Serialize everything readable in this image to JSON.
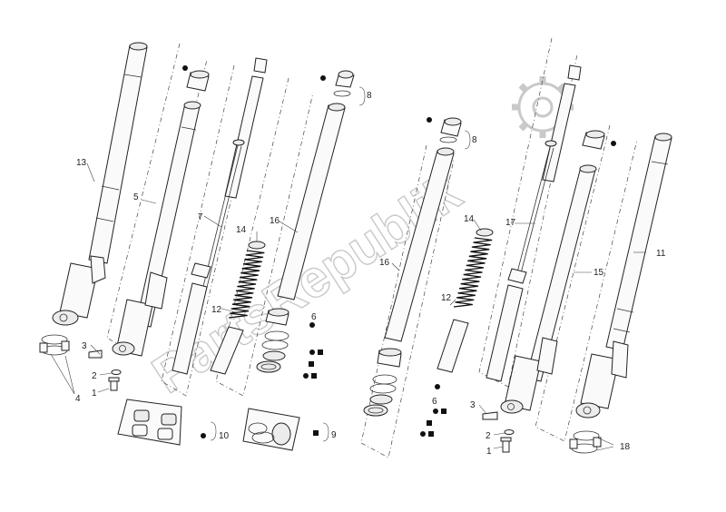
{
  "watermark": {
    "text": "PartsRepublik"
  },
  "callouts": {
    "c1a": "1",
    "c2a": "2",
    "c3a": "3",
    "c4": "4",
    "c5": "5",
    "c6a": "6",
    "c7": "7",
    "c8a": "8",
    "c9": "9",
    "c10": "10",
    "c11": "11",
    "c12a": "12",
    "c13": "13",
    "c14a": "14",
    "c15": "15",
    "c16a": "16",
    "c17": "17",
    "c18": "18",
    "c1b": "1",
    "c2b": "2",
    "c3b": "3",
    "c6b": "6",
    "c8b": "8",
    "c12b": "12",
    "c14b": "14",
    "c16b": "16"
  },
  "colors": {
    "line": "#222222",
    "watermark": "#c9c9c9",
    "paper": "#ffffff"
  },
  "legend_marks": {
    "dot": "circle",
    "square": "square"
  }
}
